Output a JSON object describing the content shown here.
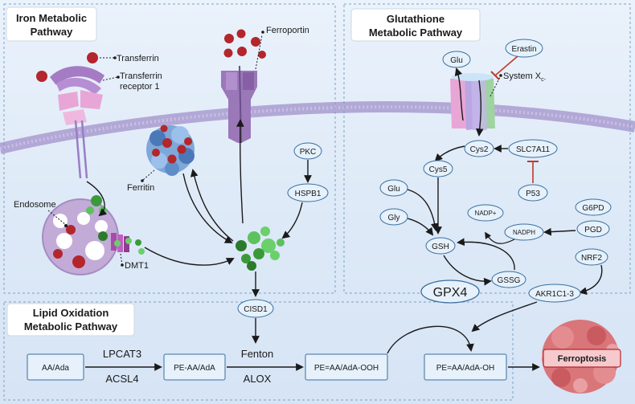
{
  "sections": {
    "iron_title": [
      "Iron Metabolic",
      "Pathway"
    ],
    "glutathione_title": [
      "Glutathione",
      "Metabolic Pathway"
    ],
    "lipid_title": [
      "Lipid Oxidation",
      "Metabolic Pathway"
    ]
  },
  "iron": {
    "transferrin": "Transferrin",
    "tfr1": [
      "Transferrin",
      "receptor 1"
    ],
    "ferroportin": "Ferroportin",
    "ferritin": "Ferritin",
    "endosome": "Endosome",
    "dmt1": "DMT1",
    "pkc": "PKC",
    "hspb1": "HSPB1",
    "cisd1": "CISD1"
  },
  "glutathione": {
    "erastin": "Erastin",
    "glu_top": "Glu",
    "system_xc": "System X",
    "system_xc_sub": "c-",
    "cys2": "Cys2",
    "slc7a11": "SLC7A11",
    "p53": "P53",
    "cys5": "Cys5",
    "glu": "Glu",
    "gly": "Gly",
    "gsh": "GSH",
    "gssg": "GSSG",
    "nadp_plus": "NADP+",
    "nadph": "NADPH",
    "g6pd": "G6PD",
    "pgd": "PGD",
    "nrf2": "NRF2",
    "akr1c1_3": "AKR1C1-3",
    "gpx4": "GPX4"
  },
  "lipid": {
    "aa_ada": "AA/Ada",
    "lpcat3": "LPCAT3",
    "acsl4": "ACSL4",
    "pe_aa_ada": "PE-AA/AdA",
    "fenton": "Fenton",
    "alox": "ALOX",
    "pe_aa_ada_ooh": "PE=AA/AdA-OOH",
    "pe_aa_ada_oh": "PE=AA/AdA-OH",
    "ferroptosis": "Ferroptosis"
  },
  "colors": {
    "iron_red": "#b3262b",
    "iron_green": "#3a9a3a",
    "tfr_pink": "#e8a6d6",
    "ferroportin_purple": "#9b78b8",
    "oval_fill": "#e6f1fb",
    "oval_stroke": "#3b6f9e",
    "inhibit": "#c0392b",
    "ferroptosis_fill": "#f6c9cc"
  }
}
